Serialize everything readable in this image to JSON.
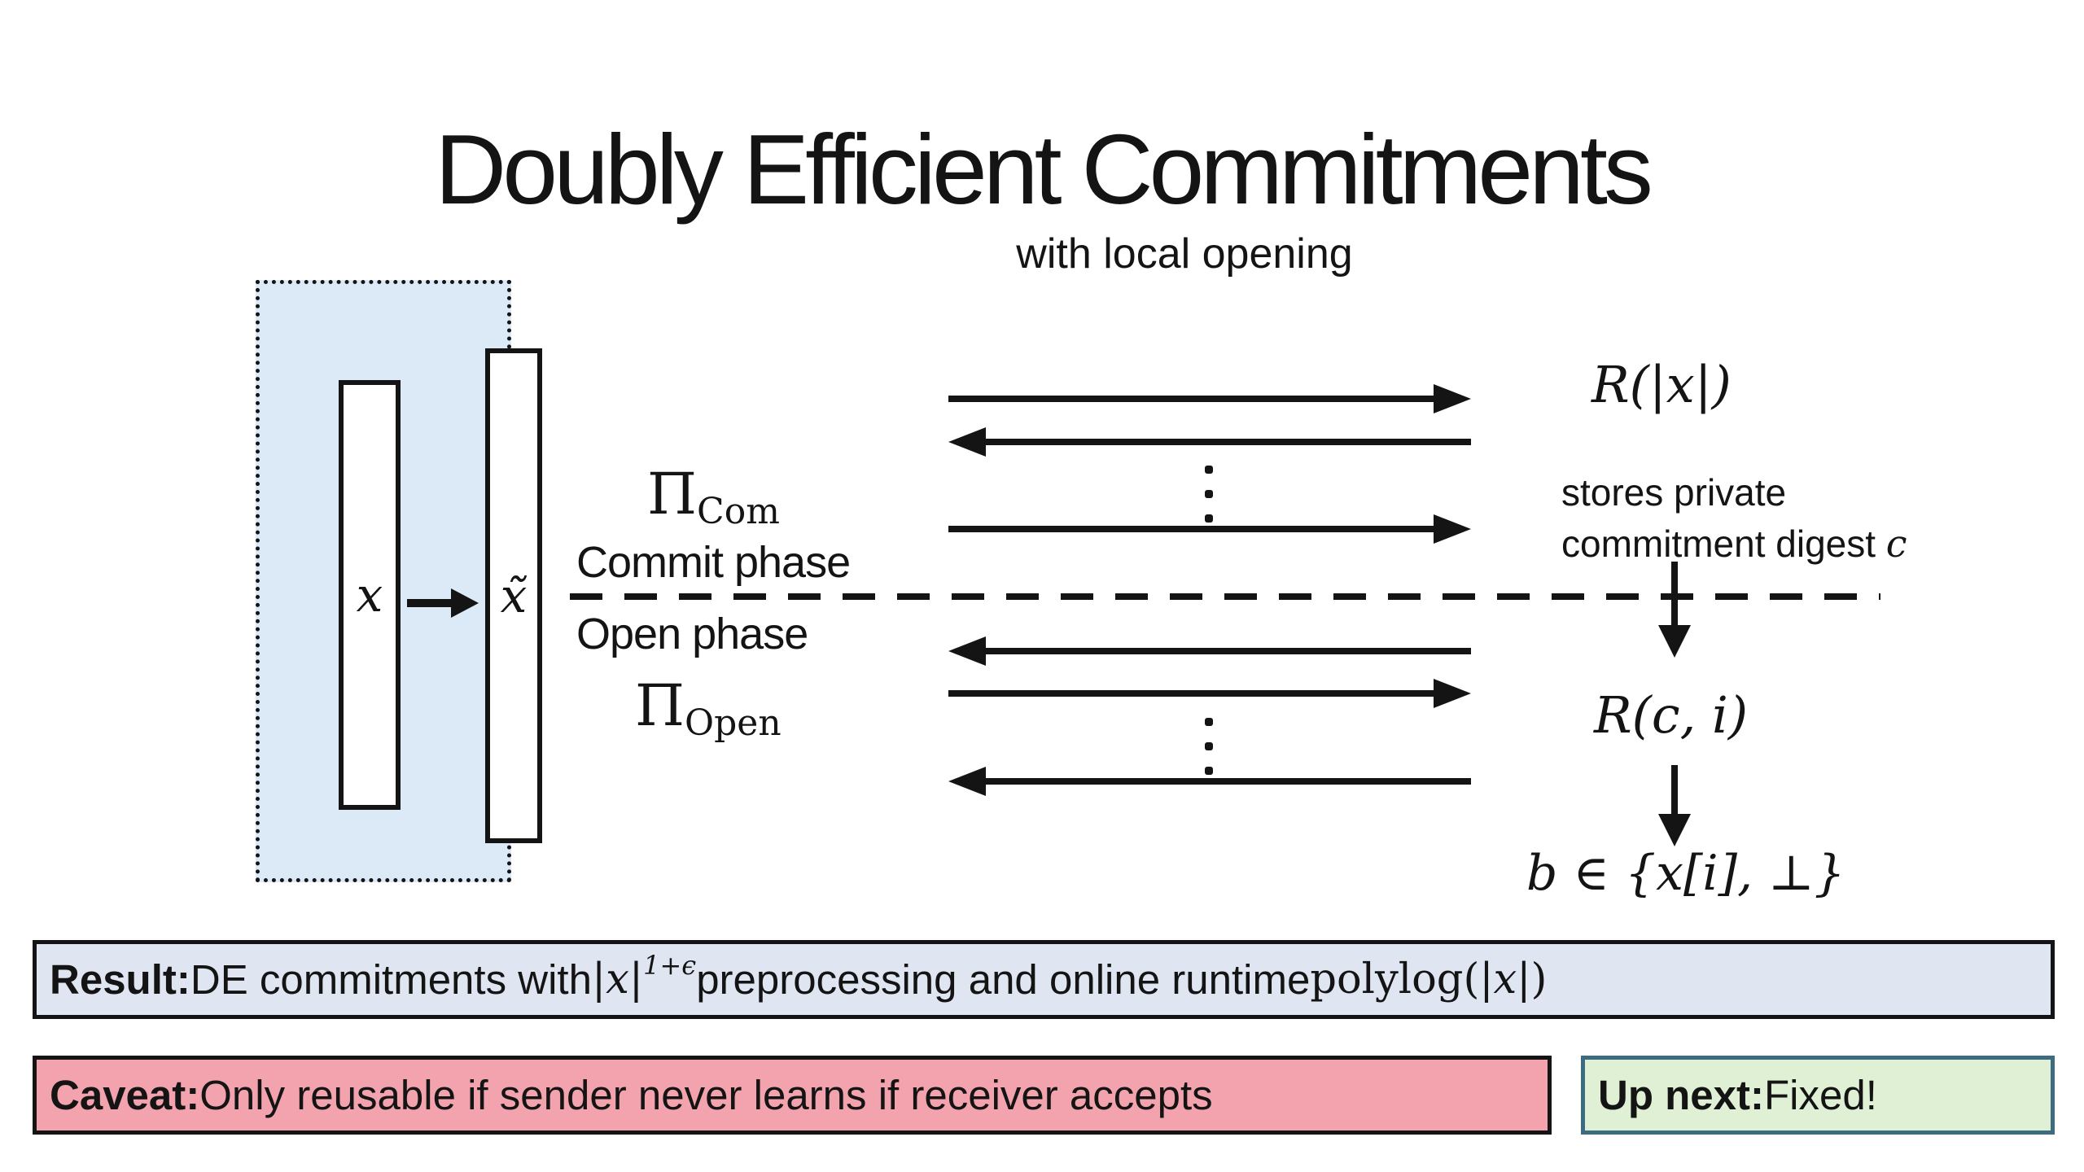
{
  "colors": {
    "ink": "#141414",
    "sender_region_fill": "#dce9f6",
    "result_fill": "#e0e5f2",
    "caveat_fill": "#f2a3ad",
    "upnext_fill": "#dff0d5",
    "upnext_border": "#3d6b80"
  },
  "header": {
    "title": "Doubly Efficient Commitments",
    "subtitle": "with local opening"
  },
  "sender": {
    "input_label": "x",
    "encoding_label": "x̃"
  },
  "protocol": {
    "commit_protocol_symbol": "Π",
    "commit_protocol_subscript": "Com",
    "commit_phase_label": "Commit phase",
    "open_phase_label": "Open phase",
    "open_protocol_symbol": "Π",
    "open_protocol_subscript": "Open"
  },
  "receiver": {
    "commit_input": "R(|x|)",
    "note_line1": "stores private",
    "note_line2": "commitment digest ",
    "note_var": "c",
    "open_input": "R(c, i)",
    "open_output": "b ∈ {x[i], ⊥}"
  },
  "result_box": {
    "label": "Result:",
    "text_1": " DE commitments with ",
    "math_base": "|x|",
    "math_sup": "1+ϵ",
    "text_2": " preprocessing and online runtime ",
    "math_tail_1": "polylog(|",
    "math_tail_var": "x",
    "math_tail_2": "|)"
  },
  "caveat_box": {
    "label": "Caveat:",
    "text": " Only reusable if sender never learns if receiver accepts"
  },
  "upnext_box": {
    "label": "Up next:",
    "text": " Fixed!"
  }
}
